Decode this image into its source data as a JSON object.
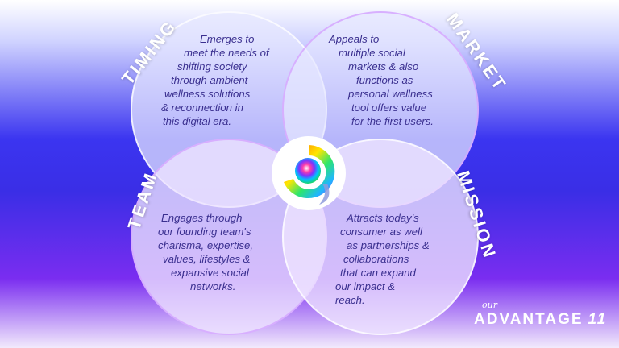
{
  "diagram": {
    "sections": [
      {
        "key": "timing",
        "label": "TIMING",
        "lines": [
          "Emerges to",
          "meet the needs of",
          "shifting society",
          "through ambient",
          "wellness solutions",
          "& reconnection in",
          "this digital era."
        ]
      },
      {
        "key": "market",
        "label": "MARKET",
        "lines": [
          "Appeals to",
          "multiple social",
          "markets & also",
          "functions as",
          "personal wellness",
          "tool offers value",
          "for the first users."
        ]
      },
      {
        "key": "team",
        "label": "TEAM",
        "lines": [
          "Engages through",
          "our founding team's",
          "charisma, expertise,",
          "values, lifestyles &",
          "expansive social",
          "networks."
        ]
      },
      {
        "key": "mission",
        "label": "MISSION",
        "lines": [
          "Attracts today's",
          "consumer as well",
          "as partnerships &",
          "collaborations",
          "that can expand",
          "our impact &",
          "reach."
        ]
      }
    ],
    "center_icon": "rainbow-spiral-logo-icon"
  },
  "footer": {
    "our": "our",
    "advantage": "ADVANTAGE",
    "page_number": "11"
  },
  "colors": {
    "text": "#3a2f8f",
    "circle_fill": "#e6e8ff",
    "background_blue": "#3a2ee6",
    "background_purple": "#7a2df0"
  }
}
